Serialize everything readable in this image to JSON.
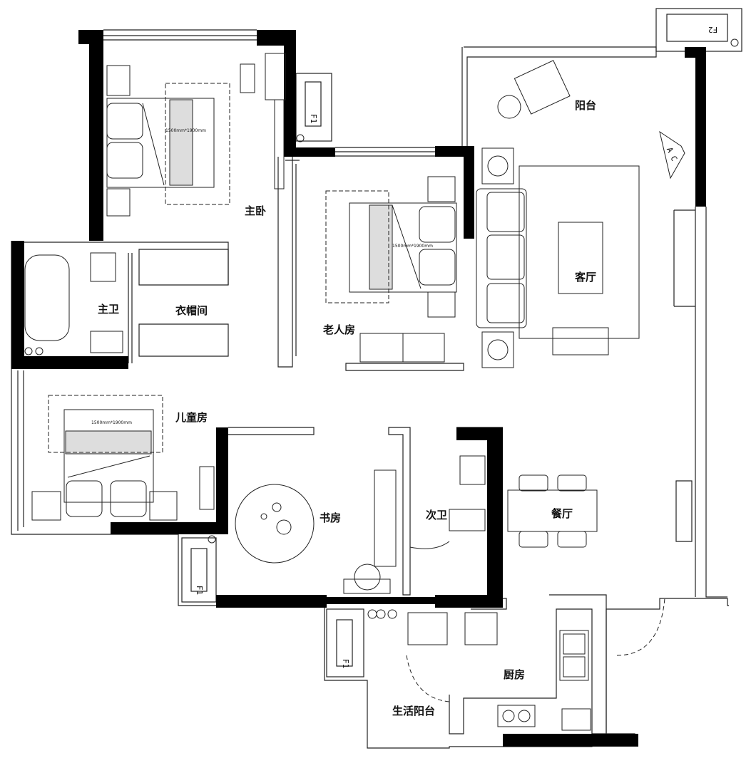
{
  "rooms": {
    "master_bedroom": "主卧",
    "elder_room": "老人房",
    "master_bath": "主卫",
    "closet": "衣帽间",
    "kids_room": "儿童房",
    "study": "书房",
    "second_bath": "次卫",
    "dining": "餐厅",
    "living": "客厅",
    "balcony": "阳台",
    "kitchen": "厨房",
    "utility_balcony": "生活阳台"
  },
  "bed_sizes": {
    "master": "1500mm*1900mm",
    "elder": "1500mm*1900mm",
    "kids": "1500mm*1900mm"
  },
  "tags": {
    "ac_tag": "A C",
    "f1": "F1",
    "f2": "F2"
  },
  "colors": {
    "wall": "#000000",
    "line": "#222222",
    "background": "#ffffff"
  }
}
